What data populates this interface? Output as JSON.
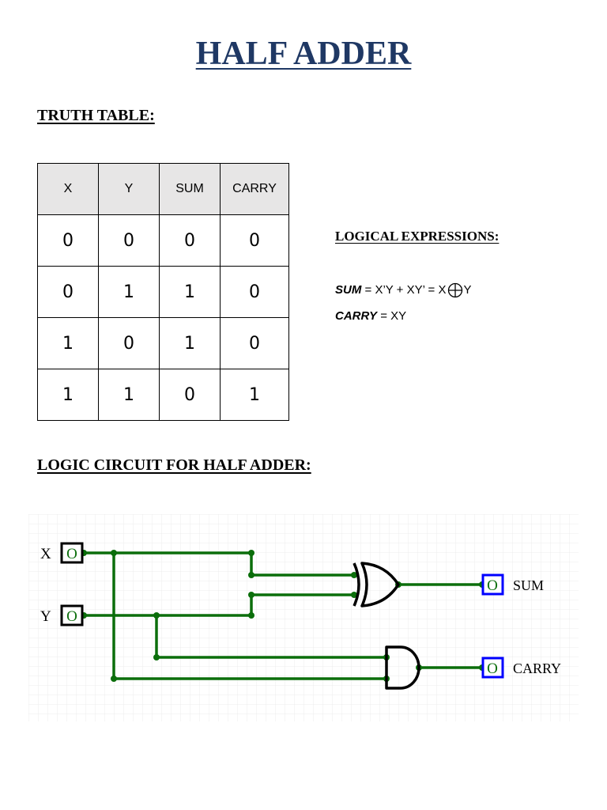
{
  "title": "HALF ADDER",
  "truth_table": {
    "heading": "TRUTH TABLE:",
    "headers": [
      "X",
      "Y",
      "SUM",
      "CARRY"
    ],
    "rows": [
      [
        "0",
        "0",
        "0",
        "0"
      ],
      [
        "0",
        "1",
        "1",
        "0"
      ],
      [
        "1",
        "0",
        "1",
        "0"
      ],
      [
        "1",
        "1",
        "0",
        "1"
      ]
    ]
  },
  "expressions": {
    "heading": "LOGICAL EXPRESSIONS:",
    "sum_name": "SUM",
    "sum_rhs_left": " = X’Y + XY’ = X",
    "sum_rhs_right": "Y",
    "carry_name": "CARRY",
    "carry_rhs": " = XY"
  },
  "circuit": {
    "heading": "LOGIC CIRCUIT FOR HALF ADDER:",
    "input_x_label": "X",
    "input_y_label": "Y",
    "input_value": "O",
    "output_value": "O",
    "output_sum_label": "SUM",
    "output_carry_label": "CARRY",
    "wire_color": "#0b6e0b",
    "output_box_color": "#0000ff"
  }
}
